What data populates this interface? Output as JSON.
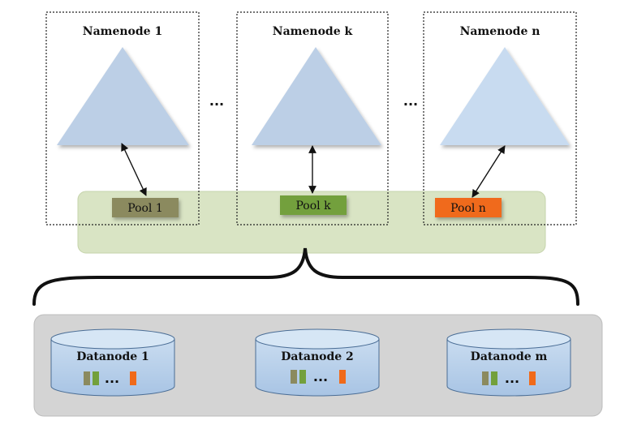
{
  "namenodes": [
    {
      "title": "Namenode 1",
      "pool_label": "Pool  1",
      "pool_color": "#8b8a5f"
    },
    {
      "title": "Namenode k",
      "pool_label": "Pool  k",
      "pool_color": "#73a03c"
    },
    {
      "title": "Namenode n",
      "pool_label": "Pool n",
      "pool_color": "#f06a1a"
    }
  ],
  "between_dots": "...",
  "datanodes": [
    {
      "label": "Datanode 1",
      "dots": "..."
    },
    {
      "label": "Datanode 2",
      "dots": "..."
    },
    {
      "label": "Datanode m",
      "dots": "..."
    }
  ],
  "colors": {
    "triangle": "#bccfe6",
    "triangle_light": "#c8dbf0",
    "pool_band": "#d9e4c4",
    "datanode_area": "#d4d4d4",
    "cylinder_top": "#d6e6f5",
    "cylinder_body": "#b7d0ea",
    "block_olive": "#8b8a5f",
    "block_green": "#73a03c",
    "block_orange": "#f06a1a"
  }
}
